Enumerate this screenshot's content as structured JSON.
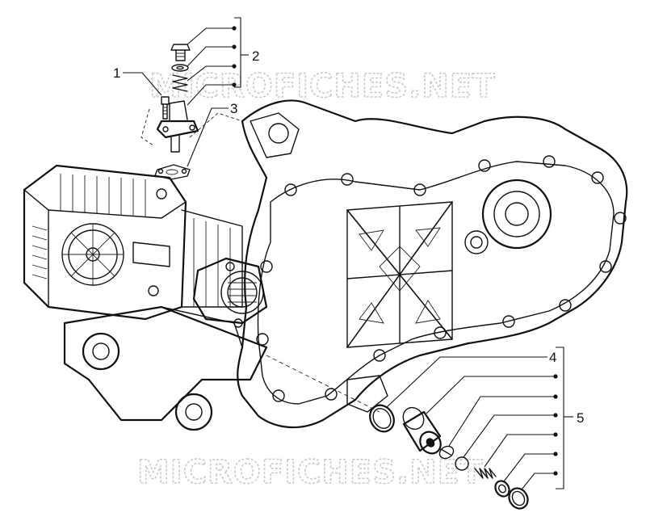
{
  "watermarks": {
    "top": "MICROFICHES.NET",
    "bottom": "MICROFICHES.NET"
  },
  "callouts": {
    "c1": "1",
    "c2": "2",
    "c3": "3",
    "c4": "4",
    "c5": "5"
  },
  "colors": {
    "line": "#111111",
    "watermark": "#c9c9c9",
    "background": "#ffffff"
  }
}
